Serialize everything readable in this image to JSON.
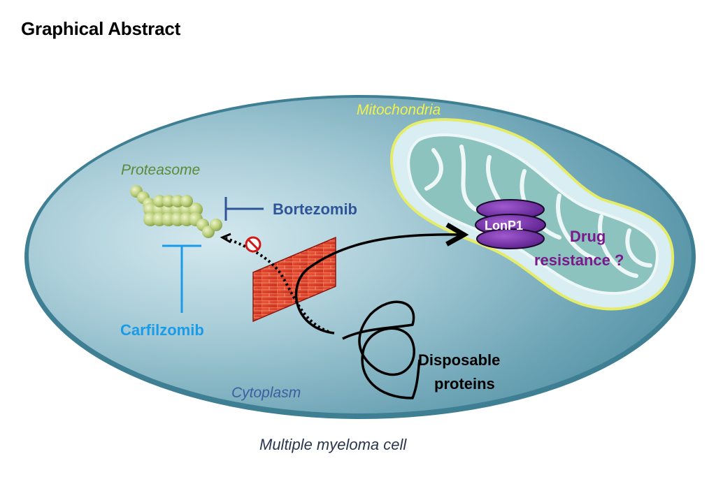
{
  "title": "Graphical Abstract",
  "labels": {
    "mitochondria": "Mitochondria",
    "proteasome": "Proteasome",
    "bortezomib": "Bortezomib",
    "carfilzomib": "Carfilzomib",
    "lonp1": "LonP1",
    "drug_line1": "Drug",
    "drug_line2": "resistance ?",
    "cytoplasm": "Cytoplasm",
    "disposable_line1": "Disposable",
    "disposable_line2": "proteins",
    "caption": "Multiple myeloma cell"
  },
  "colors": {
    "mitochondria_label": "#f2f24a",
    "proteasome_label": "#5a8a3a",
    "bortezomib": "#2e5597",
    "carfilzomib": "#1a9be8",
    "lonp1": "#6a2a9a",
    "drug_resistance": "#7a1a8a",
    "cytoplasm": "#3a5fa0",
    "caption": "#2a3550",
    "cell_border": "#3f7f94"
  }
}
